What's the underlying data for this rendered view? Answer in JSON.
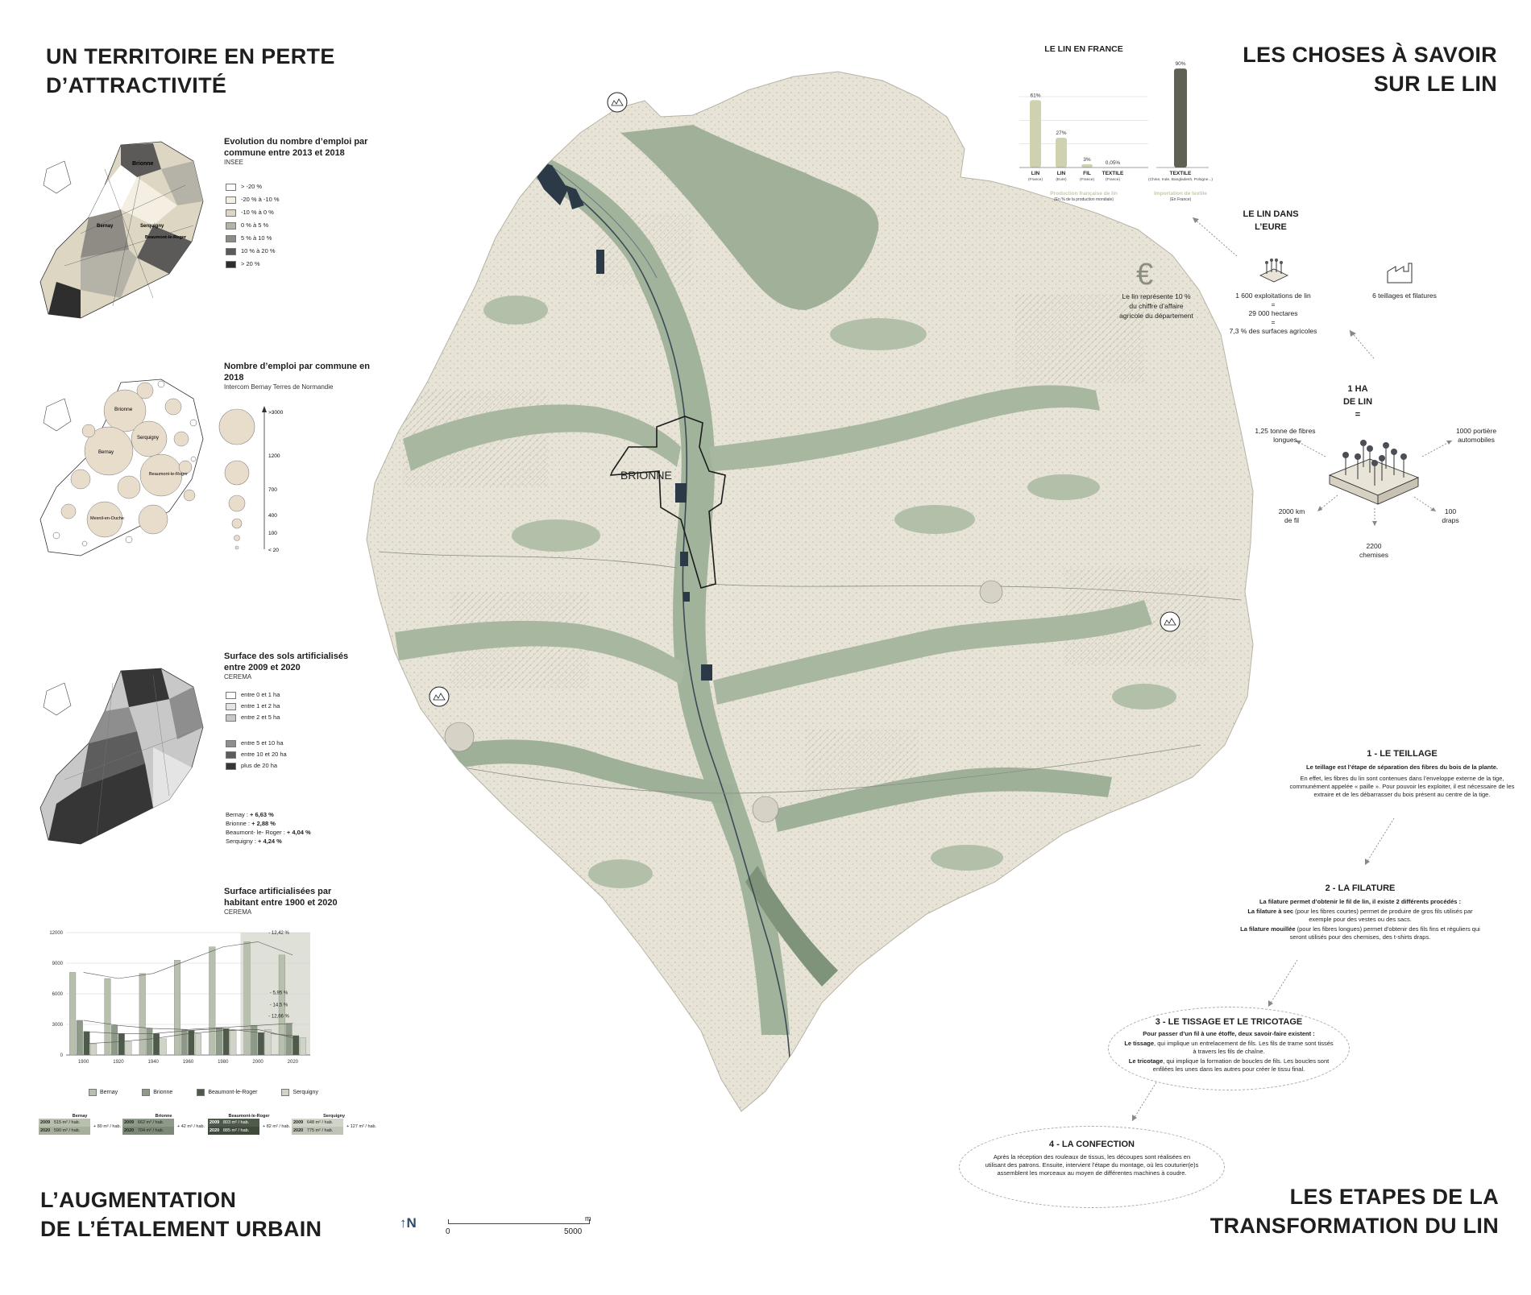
{
  "titles": {
    "top_left": [
      "UN TERRITOIRE EN PERTE",
      "D’ATTRACTIVITÉ"
    ],
    "top_right": [
      "LES CHOSES À SAVOIR",
      "SUR LE LIN"
    ],
    "bottom_left": [
      "L’AUGMENTATION",
      "DE L’ÉTALEMENT URBAIN"
    ],
    "bottom_right": [
      "LES ETAPES DE LA",
      "TRANSFORMATION DU LIN"
    ]
  },
  "map": {
    "town_label": "BRIONNE",
    "north": "↑N",
    "scale": {
      "start": "0",
      "end": "5000",
      "unit": "m"
    },
    "colors": {
      "land": "#e8e4d8",
      "forest": "#9cae96",
      "forest_dark": "#7f937a",
      "urban": "#2c3a48",
      "outline": "#222222"
    }
  },
  "panel1": {
    "title": "Evolution du nombre d’emploi par commune entre 2013 et 2018",
    "source": "INSEE",
    "legend": [
      {
        "label": "> -20 %",
        "color": "#ffffff"
      },
      {
        "label": "-20 % à -10 %",
        "color": "#f4efe2"
      },
      {
        "label": "-10 % à 0 %",
        "color": "#ddd6c3"
      },
      {
        "label": "0 % à 5 %",
        "color": "#b5b2a8"
      },
      {
        "label": "5 % à 10 %",
        "color": "#8f8c86"
      },
      {
        "label": "10 % à 20 %",
        "color": "#5b5a58"
      },
      {
        "label": "> 20 %",
        "color": "#2e2e2e"
      }
    ],
    "towns": [
      "Brionne",
      "Bernay",
      "Serquigny",
      "Beaumont-le-Roger"
    ]
  },
  "panel2": {
    "title": "Nombre d’emploi par commune en 2018",
    "source": "Intercom Bernay Terres de Normandie",
    "legend": [
      ">3000",
      "1200",
      "700",
      "400",
      "100",
      "< 20"
    ],
    "towns": [
      "Brionne",
      "Serquigny",
      "Bernay",
      "Beaumont-le-Roger",
      "Mesnil-en-Ouche"
    ]
  },
  "panel3": {
    "title": "Surface des sols artificialisés entre 2009 et 2020",
    "source": "CEREMA",
    "legend": [
      {
        "label": "entre 0 et 1 ha",
        "color": "#ffffff"
      },
      {
        "label": "entre 1 et 2 ha",
        "color": "#e4e4e4"
      },
      {
        "label": "entre 2 et 5 ha",
        "color": "#c8c8c8"
      },
      {
        "label": "entre 5 et 10 ha",
        "color": "#8e8e8e"
      },
      {
        "label": "entre 10 et 20 ha",
        "color": "#5d5d5d"
      },
      {
        "label": "plus de 20 ha",
        "color": "#363636"
      }
    ],
    "stats": [
      {
        "town": "Bernay : ",
        "value": "+ 6,63 %"
      },
      {
        "town": "Brionne : ",
        "value": "+ 2,88 %"
      },
      {
        "town": "Beaumont- le- Roger : ",
        "value": "+ 4,04 %"
      },
      {
        "town": "Serquigny : ",
        "value": "+ 4,24 %"
      }
    ]
  },
  "panel4": {
    "title": "Surface artificialisées par habitant entre 1900 et 2020",
    "source": "CEREMA",
    "legend": [
      "Bernay",
      "Brionne",
      "Beaumont-le-Roger",
      "Serquigny"
    ],
    "tables": [
      {
        "town": "Bernay",
        "rows": [
          [
            "2009",
            "515 m² / hab."
          ],
          [
            "2020",
            "590 m² / hab."
          ]
        ],
        "delta": "+ 80 m² / hab."
      },
      {
        "town": "Brionne",
        "rows": [
          [
            "2009",
            "662 m² / hab."
          ],
          [
            "2020",
            "704 m² / hab."
          ]
        ],
        "delta": "+ 42 m² / hab."
      },
      {
        "town": "Beaumont-le-Roger",
        "rows": [
          [
            "2009",
            "803 m² / hab."
          ],
          [
            "2020",
            "885 m² / hab."
          ]
        ],
        "delta": "+ 82 m² / hab."
      },
      {
        "town": "Serquigny",
        "rows": [
          [
            "2009",
            "648 m² / hab."
          ],
          [
            "2020",
            "775 m² / hab."
          ]
        ],
        "delta": "+ 127 m² / hab."
      }
    ]
  },
  "chart_data": [
    {
      "type": "bar",
      "title": "Surface artificialisées par habitant entre 1900 et 2020",
      "categories": [
        "1900",
        "1920",
        "1940",
        "1960",
        "1980",
        "2000",
        "2020"
      ],
      "ylim": [
        0,
        12000
      ],
      "yticks": [
        "0",
        "3000",
        "6000",
        "9000",
        "12000"
      ],
      "series": [
        {
          "name": "Bernay",
          "values": [
            8100,
            7500,
            8000,
            9300,
            10600,
            11100,
            9800
          ],
          "color": "#b7bfad"
        },
        {
          "name": "Brionne",
          "values": [
            3400,
            2900,
            2600,
            2500,
            2700,
            2900,
            3100
          ],
          "color": "#8e9a88"
        },
        {
          "name": "Beaumont-le-Roger",
          "values": [
            2300,
            2100,
            2100,
            2400,
            2600,
            2200,
            1900
          ],
          "color": "#4e5a4a"
        },
        {
          "name": "Serquigny",
          "values": [
            1100,
            1300,
            1600,
            2100,
            2400,
            2500,
            1700
          ],
          "color": "#d0d4c8"
        }
      ],
      "annotations": [
        "- 12,42 %",
        "- 5,95 %",
        "- 14,5 %",
        "- 12,66 %"
      ]
    },
    {
      "type": "bar",
      "title": "LE LIN EN FRANCE",
      "categories": [
        "LIN",
        "LIN",
        "FIL",
        "TEXTILE",
        "TEXTILE"
      ],
      "sublabels": [
        "(France)",
        "(Eure)",
        "(France)",
        "(France)",
        "(Chine, Inde, Bangladesh, Pologne...)"
      ],
      "values": [
        61,
        27,
        3,
        0.05
      ],
      "value_labels": [
        "61%",
        "27%",
        "3%",
        "0,05%",
        "90%"
      ],
      "import_value": 90,
      "groups": [
        {
          "label": "Production française de lin",
          "sub": "(En % de la production mondiale)",
          "color": "#cfd1b1"
        },
        {
          "label": "Importation de textile",
          "sub": "(En France)",
          "color": "#5f6155"
        }
      ]
    }
  ],
  "flax_facts": {
    "eure_title": [
      "LE LIN DANS",
      "L’EURE"
    ],
    "euro_text": [
      "Le lin représente 10 %",
      "du chiffre d’affaire",
      "agricole du département"
    ],
    "exploitations": [
      "1 600 exploitations de lin",
      "=",
      "29 000 hectares",
      "=",
      "7,3 % des surfaces agricoles"
    ],
    "factories": "6 teillages et filatures",
    "ha_title": [
      "1 HA",
      "DE LIN",
      "="
    ],
    "fibres": [
      "1,25 tonne de fibres",
      "longues"
    ],
    "portieres": [
      "1000 portière",
      "automobiles"
    ],
    "fil": [
      "2000 km",
      "de fil"
    ],
    "draps": [
      "100",
      "draps"
    ],
    "chemises": [
      "2200",
      "chemises"
    ]
  },
  "steps": {
    "s1": {
      "title": "1 - LE TEILLAGE",
      "lead": "Le teillage est l’étape de séparation des fibres du bois de la plante.",
      "body": "En effet, les fibres du lin sont contenues dans l’enveloppe externe de la tige, communément appelée « paille ». Pour pouvoir les exploiter, il est nécessaire de les extraire et de les débarrasser du bois présent au centre de la tige."
    },
    "s2": {
      "title": "2 - LA FILATURE",
      "lead": "La filature permet d’obtenir le fil de lin, il existe 2 différents procédés :",
      "b1": "La filature à sec",
      "t1": " (pour les fibres courtes) permet de produire de gros fils utilisés par exemple pour des vestes ou des sacs.",
      "b2": "La filature mouillée",
      "t2": " (pour les fibres longues) permet d’obtenir des fils fins et réguliers qui seront utilisés pour des chemises, des t-shirts draps."
    },
    "s3": {
      "title": "3 - LE TISSAGE ET LE TRICOTAGE",
      "lead": "Pour passer d’un fil à une étoffe, deux savoir-faire existent :",
      "b1": "Le tissage",
      "t1": ", qui implique un entrelacement de fils. Les fils de trame sont tissés à travers les fils de chaîne.",
      "b2": "Le tricotage",
      "t2": ", qui implique la formation de boucles de fils. Les boucles sont enfilées les unes dans les autres pour créer le tissu final."
    },
    "s4": {
      "title": "4 - LA CONFECTION",
      "body": "Après la réception des rouleaux de tissus, les découpes sont réalisées en utilisant des patrons. Ensuite, intervient l’étape du montage, où les couturier(e)s assemblent les morceaux au moyen de différentes machines à coudre."
    }
  }
}
